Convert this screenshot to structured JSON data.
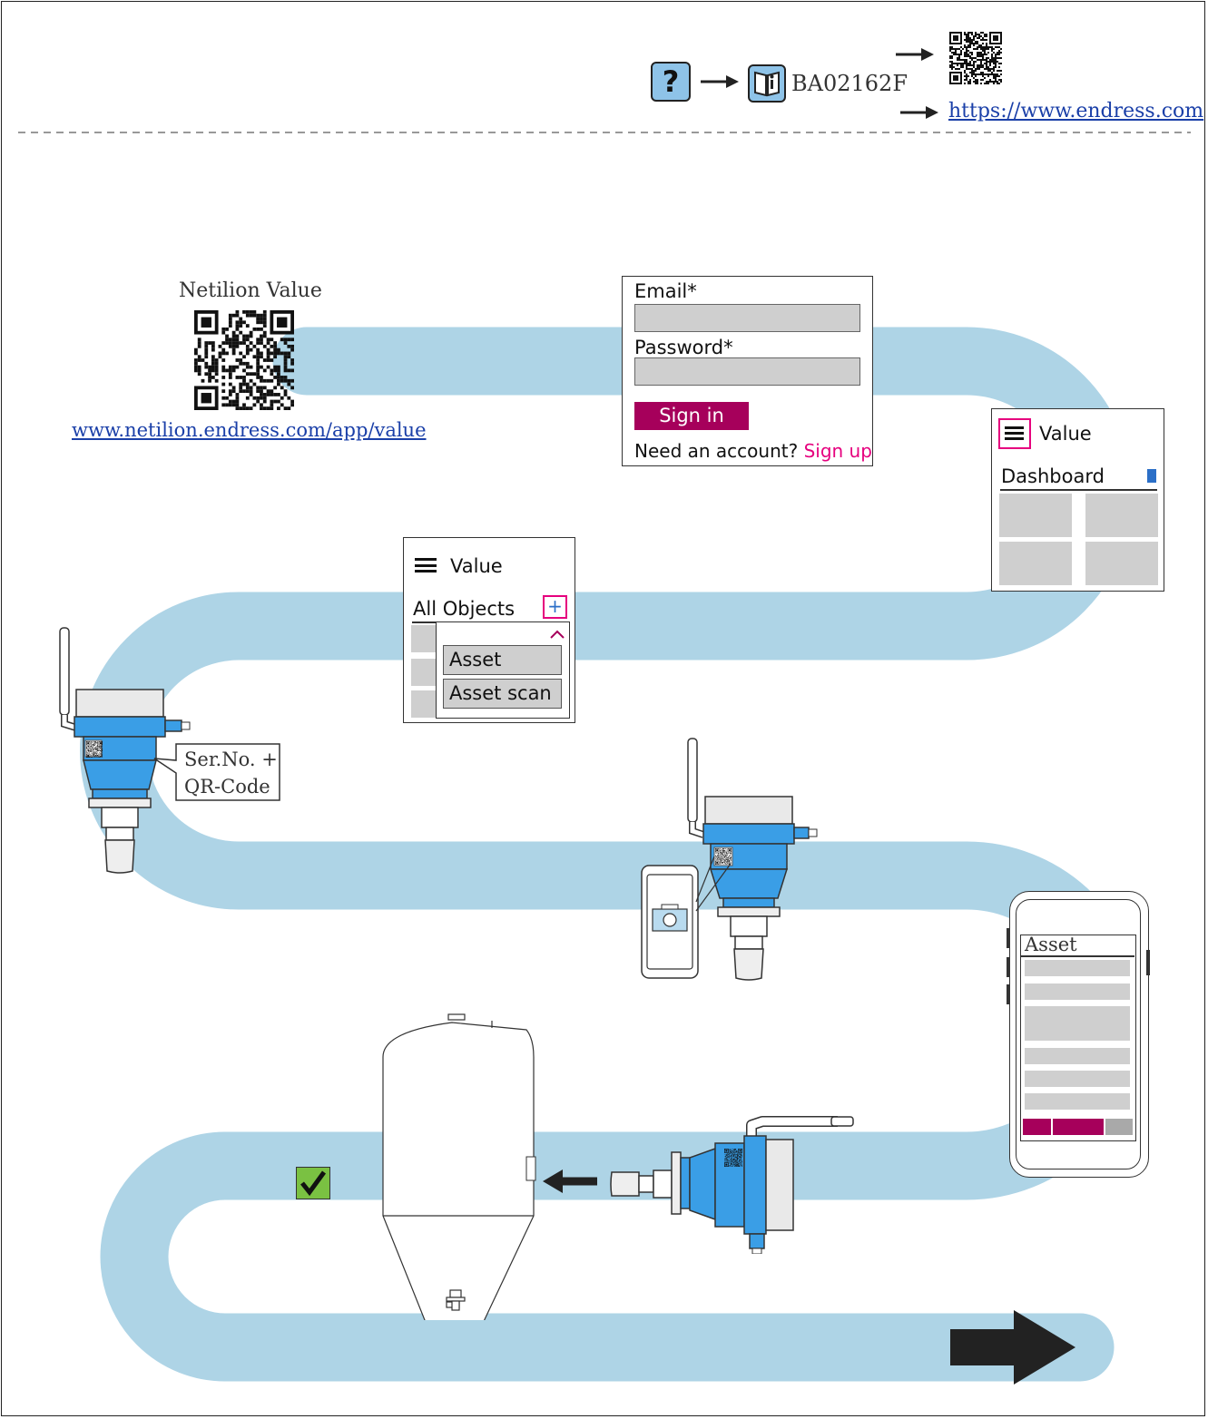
{
  "header": {
    "doc_code": "BA02162F",
    "url": "https://www.endress.com",
    "icons": [
      "help-icon",
      "manual-book-icon",
      "qr-code-icon",
      "arrow-right-icon"
    ]
  },
  "app_qr": {
    "title": "Netilion Value",
    "url": "www.netilion.endress.com/app/value"
  },
  "login": {
    "email_label": "Email*",
    "password_label": "Password*",
    "email_value": "",
    "password_value": "",
    "sign_in": "Sign in",
    "need_account": "Need an account?",
    "sign_up": "Sign up"
  },
  "dashboard": {
    "app_name": "Value",
    "section": "Dashboard",
    "icons": [
      "menu-icon",
      "bookmark-icon"
    ]
  },
  "objects": {
    "app_name": "Value",
    "section": "All Objects",
    "add_symbol": "+",
    "menu_items": [
      "Asset",
      "Asset scan"
    ],
    "icons": [
      "menu-icon",
      "add-icon",
      "chevron-up-icon"
    ]
  },
  "device_label": {
    "line1": "Ser.No. +",
    "line2": "QR-Code"
  },
  "phone_asset": {
    "title": "Asset"
  },
  "colors": {
    "path": "#aed4e6",
    "accent": "#a6005b",
    "signup": "#e6007e",
    "device_blue": "#3a9ee6",
    "check_green": "#7ac142"
  }
}
